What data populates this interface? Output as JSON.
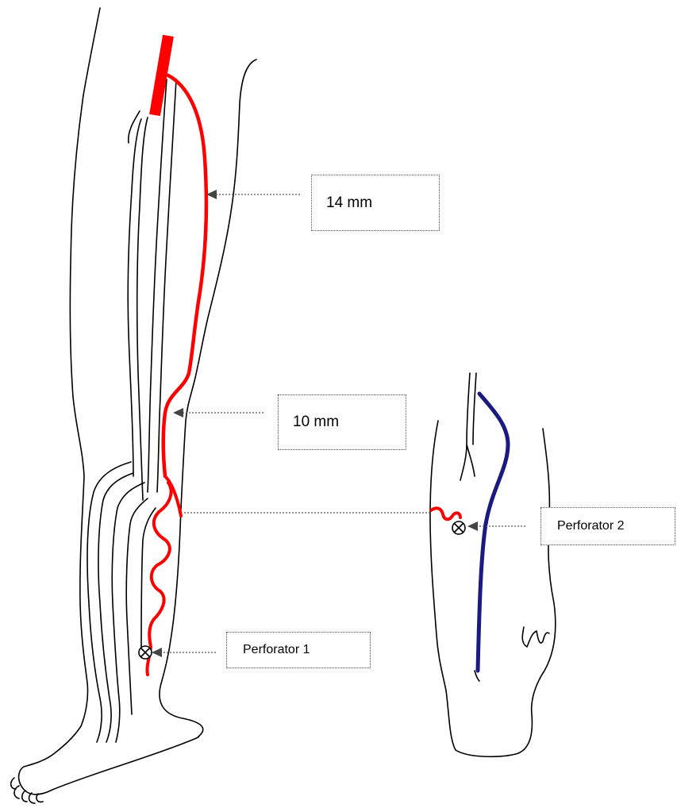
{
  "labels": {
    "great_saphenous_upper": "14 mm",
    "great_saphenous_lower": "10 mm",
    "perforator_1": "Perforator 1",
    "perforator_2": "Perforator 2"
  },
  "colors": {
    "outline": "#000000",
    "vein_reflux": "#ff0000",
    "vein_normal": "#1a1a80",
    "leader_line": "#555555"
  },
  "icons": {
    "perforator_marker": "circled-x-icon",
    "arrow": "arrowhead-left-icon"
  }
}
